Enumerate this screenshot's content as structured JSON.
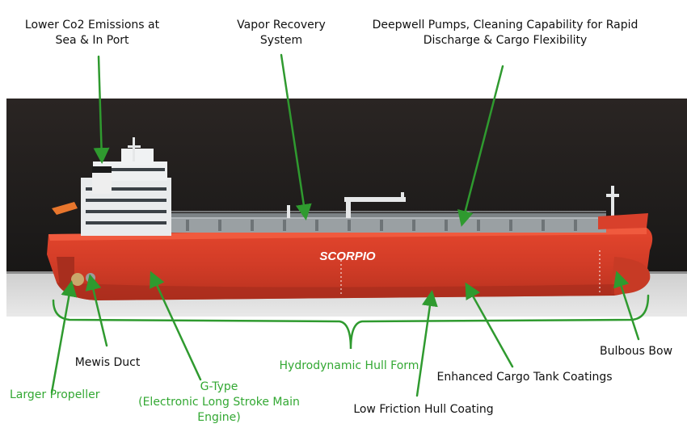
{
  "colors": {
    "annotation_green": "#33a833",
    "arrow_green": "#2f9a2f",
    "hull_red": "#d8402b",
    "deck_grey": "#9aa0a3",
    "background_dark": "#1d1b1a"
  },
  "hull_logo": "SCORPIO",
  "labels": {
    "co2": [
      "Lower Co2 Emissions at",
      "Sea & In Port"
    ],
    "vapor": [
      "Vapor Recovery",
      "System"
    ],
    "deepwell": [
      "Deepwell Pumps, Cleaning Capability for Rapid",
      "Discharge & Cargo Flexibility"
    ],
    "mewis": "Mewis Duct",
    "propeller": "Larger Propeller",
    "gtype": [
      "G-Type",
      "(Electronic Long Stroke Main",
      "Engine)"
    ],
    "hydro": "Hydrodynamic Hull Form",
    "bulbous": "Bulbous Bow",
    "coatings": "Enhanced Cargo Tank Coatings",
    "friction": "Low Friction Hull Coating"
  }
}
